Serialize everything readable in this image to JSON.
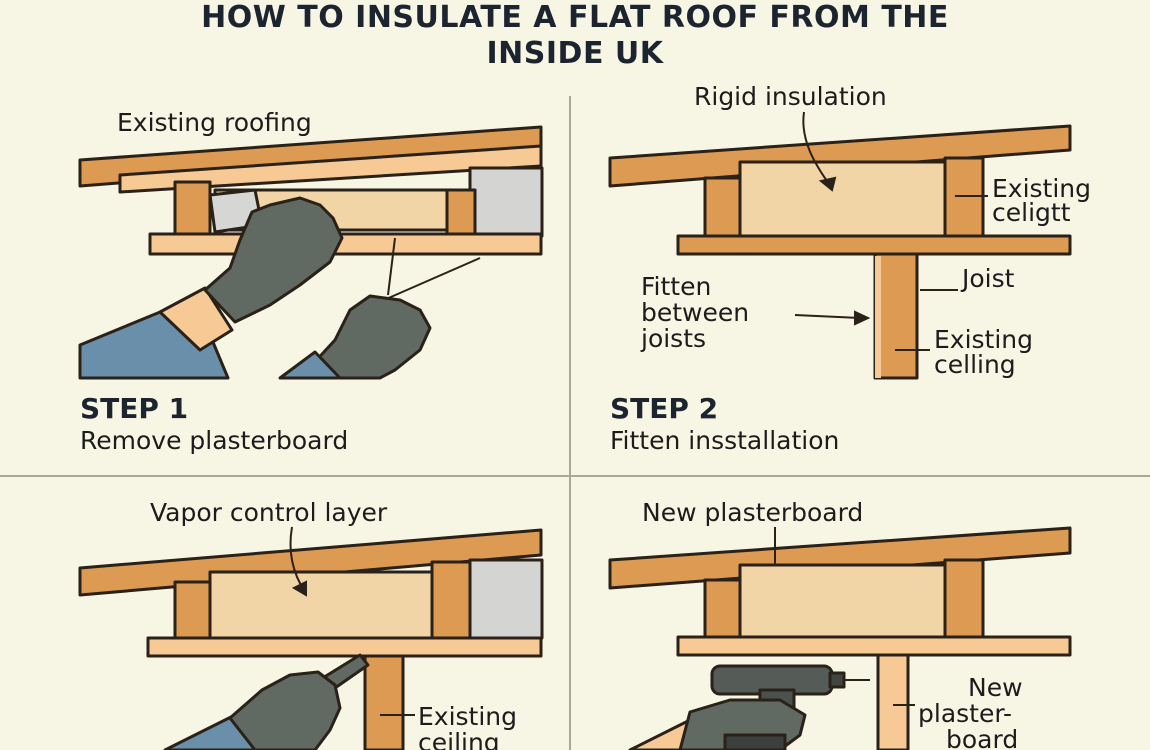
{
  "title": {
    "line1": "HOW TO INSULATE A FLAT ROOF FROM THE",
    "line2": "INSIDE UK"
  },
  "steps": [
    {
      "step": "STEP 1",
      "caption": "Remove plasterboard",
      "labels": {
        "roofing": "Existing roofing"
      }
    },
    {
      "step": "STEP 2",
      "caption": "Fitten insstallation",
      "labels": {
        "rigid": "Rigid insulation",
        "existing_1": "Existing",
        "existing_2": "celigtt",
        "joist": "Joist",
        "fitten_1": "Fitten",
        "fitten_2": "between",
        "fitten_3": "joists",
        "ceiling_1": "Existing",
        "ceiling_2": "celling"
      }
    },
    {
      "labels": {
        "vapor": "Vapor control layer",
        "exist_1": "Existing",
        "exist_2": "ceiling"
      }
    },
    {
      "labels": {
        "newpb": "New plasterboard",
        "new_1": "New",
        "new_2": "plaster-",
        "new_3": "board"
      }
    }
  ],
  "colors": {
    "background": "#f7f5e4",
    "timber": "#dc9a52",
    "timber_light": "#f6c995",
    "insulation": "#f1d5a6",
    "glove": "#606a62",
    "sleeve": "#6a8fab",
    "outline": "#2a2118",
    "divider": "#a9a79a"
  }
}
